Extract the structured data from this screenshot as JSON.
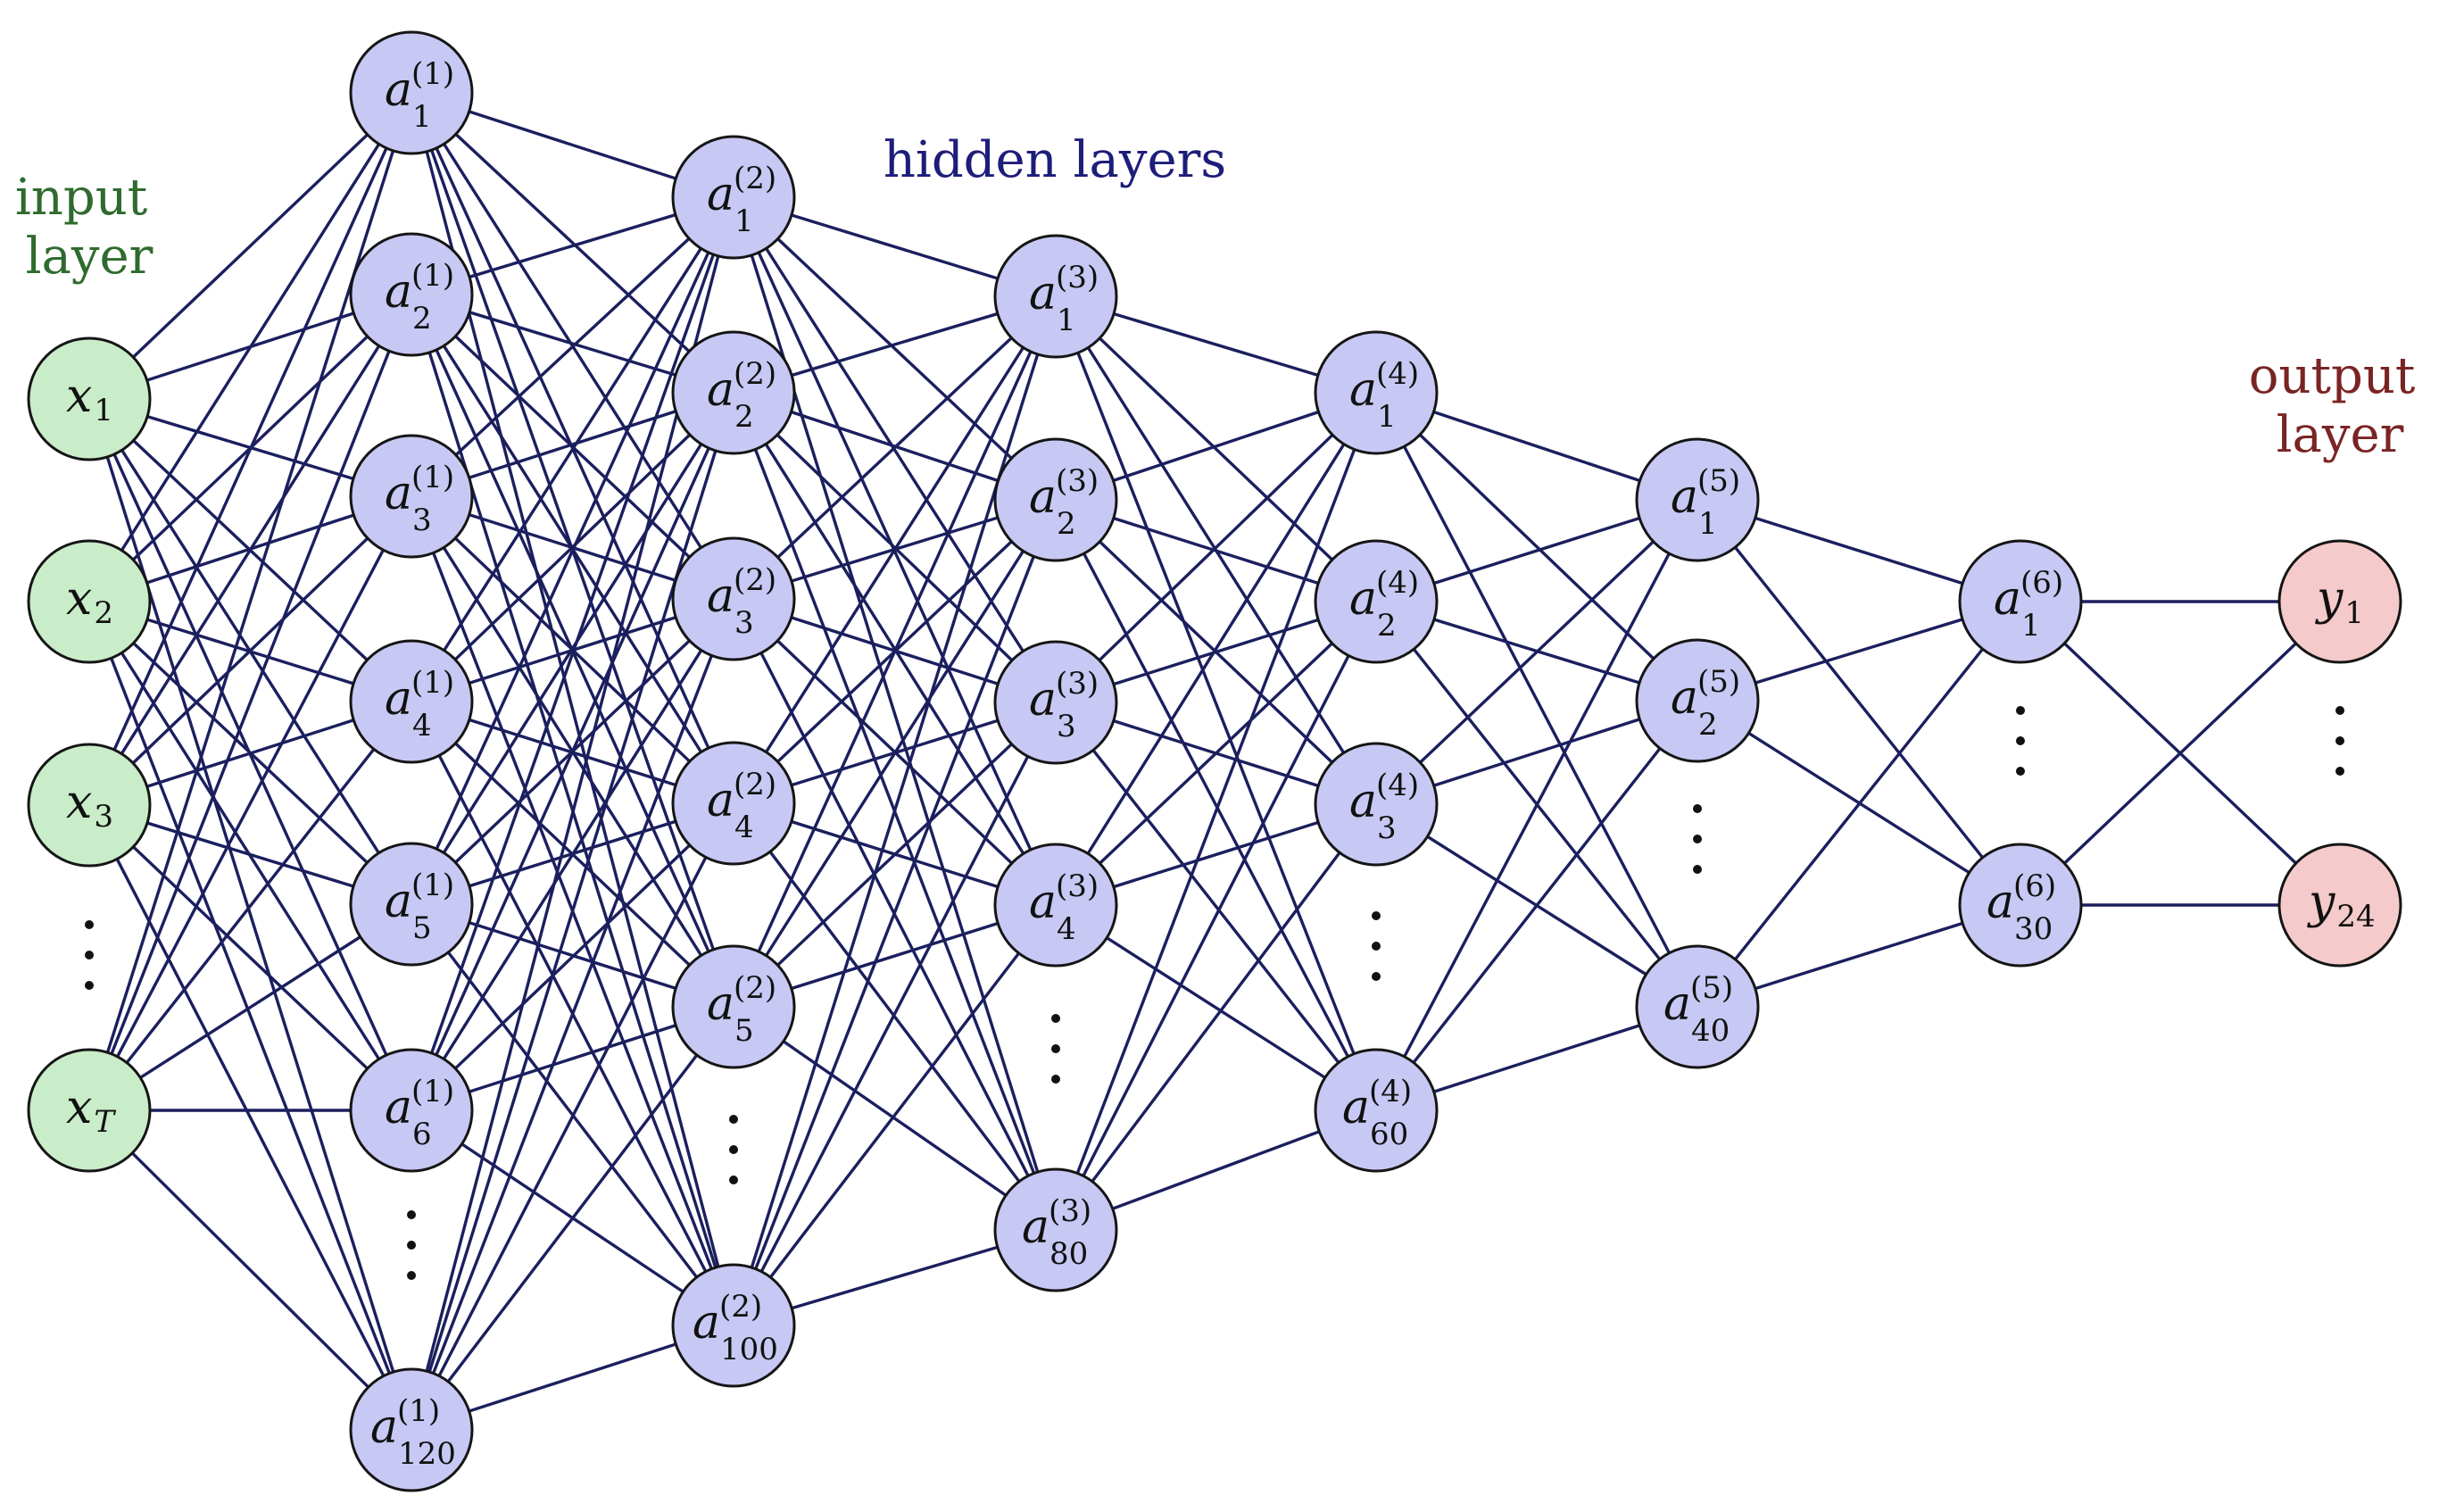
{
  "captions": {
    "input": [
      "input",
      "layer"
    ],
    "hidden": "hidden layers",
    "output": [
      "output",
      "layer"
    ]
  },
  "colors": {
    "input_fill": "#c9ecc9",
    "hidden_fill": "#c8c8f4",
    "output_fill": "#f5caca",
    "edge": "#1b1f5e",
    "input_caption": "#2f6b2f",
    "hidden_caption": "#1d1d7a",
    "output_caption": "#7a2424"
  },
  "layers": [
    {
      "name": "input",
      "nodes": [
        {
          "var": "x",
          "sub": "1"
        },
        {
          "var": "x",
          "sub": "2"
        },
        {
          "var": "x",
          "sub": "3"
        },
        {
          "ellipsis": true
        },
        {
          "var": "x",
          "sub": "T"
        }
      ]
    },
    {
      "name": "hidden-1",
      "nodes": [
        {
          "var": "a",
          "sub": "1",
          "sup": "(1)"
        },
        {
          "var": "a",
          "sub": "2",
          "sup": "(1)"
        },
        {
          "var": "a",
          "sub": "3",
          "sup": "(1)"
        },
        {
          "var": "a",
          "sub": "4",
          "sup": "(1)"
        },
        {
          "var": "a",
          "sub": "5",
          "sup": "(1)"
        },
        {
          "var": "a",
          "sub": "6",
          "sup": "(1)"
        },
        {
          "ellipsis": true
        },
        {
          "var": "a",
          "sub": "120",
          "sup": "(1)"
        }
      ]
    },
    {
      "name": "hidden-2",
      "nodes": [
        {
          "var": "a",
          "sub": "1",
          "sup": "(2)"
        },
        {
          "var": "a",
          "sub": "2",
          "sup": "(2)"
        },
        {
          "var": "a",
          "sub": "3",
          "sup": "(2)"
        },
        {
          "var": "a",
          "sub": "4",
          "sup": "(2)"
        },
        {
          "var": "a",
          "sub": "5",
          "sup": "(2)"
        },
        {
          "ellipsis": true
        },
        {
          "var": "a",
          "sub": "100",
          "sup": "(2)"
        }
      ]
    },
    {
      "name": "hidden-3",
      "nodes": [
        {
          "var": "a",
          "sub": "1",
          "sup": "(3)"
        },
        {
          "var": "a",
          "sub": "2",
          "sup": "(3)"
        },
        {
          "var": "a",
          "sub": "3",
          "sup": "(3)"
        },
        {
          "var": "a",
          "sub": "4",
          "sup": "(3)"
        },
        {
          "ellipsis": true
        },
        {
          "var": "a",
          "sub": "80",
          "sup": "(3)"
        }
      ]
    },
    {
      "name": "hidden-4",
      "nodes": [
        {
          "var": "a",
          "sub": "1",
          "sup": "(4)"
        },
        {
          "var": "a",
          "sub": "2",
          "sup": "(4)"
        },
        {
          "var": "a",
          "sub": "3",
          "sup": "(4)"
        },
        {
          "ellipsis": true
        },
        {
          "var": "a",
          "sub": "60",
          "sup": "(4)"
        }
      ]
    },
    {
      "name": "hidden-5",
      "nodes": [
        {
          "var": "a",
          "sub": "1",
          "sup": "(5)"
        },
        {
          "var": "a",
          "sub": "2",
          "sup": "(5)"
        },
        {
          "ellipsis": true
        },
        {
          "var": "a",
          "sub": "40",
          "sup": "(5)"
        }
      ]
    },
    {
      "name": "hidden-6",
      "nodes": [
        {
          "var": "a",
          "sub": "1",
          "sup": "(6)"
        },
        {
          "ellipsis": true
        },
        {
          "var": "a",
          "sub": "30",
          "sup": "(6)"
        }
      ]
    },
    {
      "name": "output",
      "nodes": [
        {
          "var": "y",
          "sub": "1"
        },
        {
          "ellipsis": true
        },
        {
          "var": "y",
          "sub": "24"
        }
      ]
    }
  ]
}
